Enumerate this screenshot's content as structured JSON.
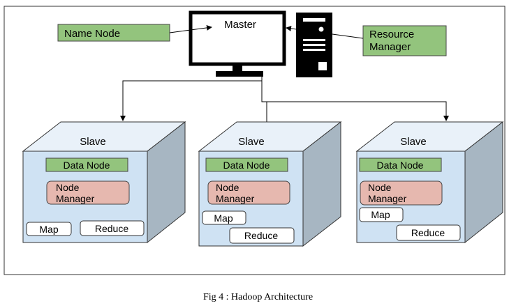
{
  "master": {
    "label": "Master"
  },
  "name_node": {
    "label": "Name Node"
  },
  "resource_manager": {
    "line1": "Resource",
    "line2": "Manager"
  },
  "slaves": [
    {
      "label": "Slave",
      "data_node": "Data Node",
      "node_manager_line1": "Node",
      "node_manager_line2": "Manager",
      "map": "Map",
      "reduce": "Reduce"
    },
    {
      "label": "Slave",
      "data_node": "Data Node",
      "node_manager_line1": "Node",
      "node_manager_line2": "Manager",
      "map": "Map",
      "reduce": "Reduce"
    },
    {
      "label": "Slave",
      "data_node": "Data Node",
      "node_manager_line1": "Node",
      "node_manager_line2": "Manager",
      "map": "Map",
      "reduce": "Reduce"
    }
  ],
  "caption": "Fig 4 : Hadoop Architecture",
  "colors": {
    "green_box": "#93c47d",
    "red_box": "#e6b8af",
    "cube_front": "#cfe2f3",
    "cube_top": "#e9f1f9",
    "cube_side": "#a7b6c2"
  }
}
